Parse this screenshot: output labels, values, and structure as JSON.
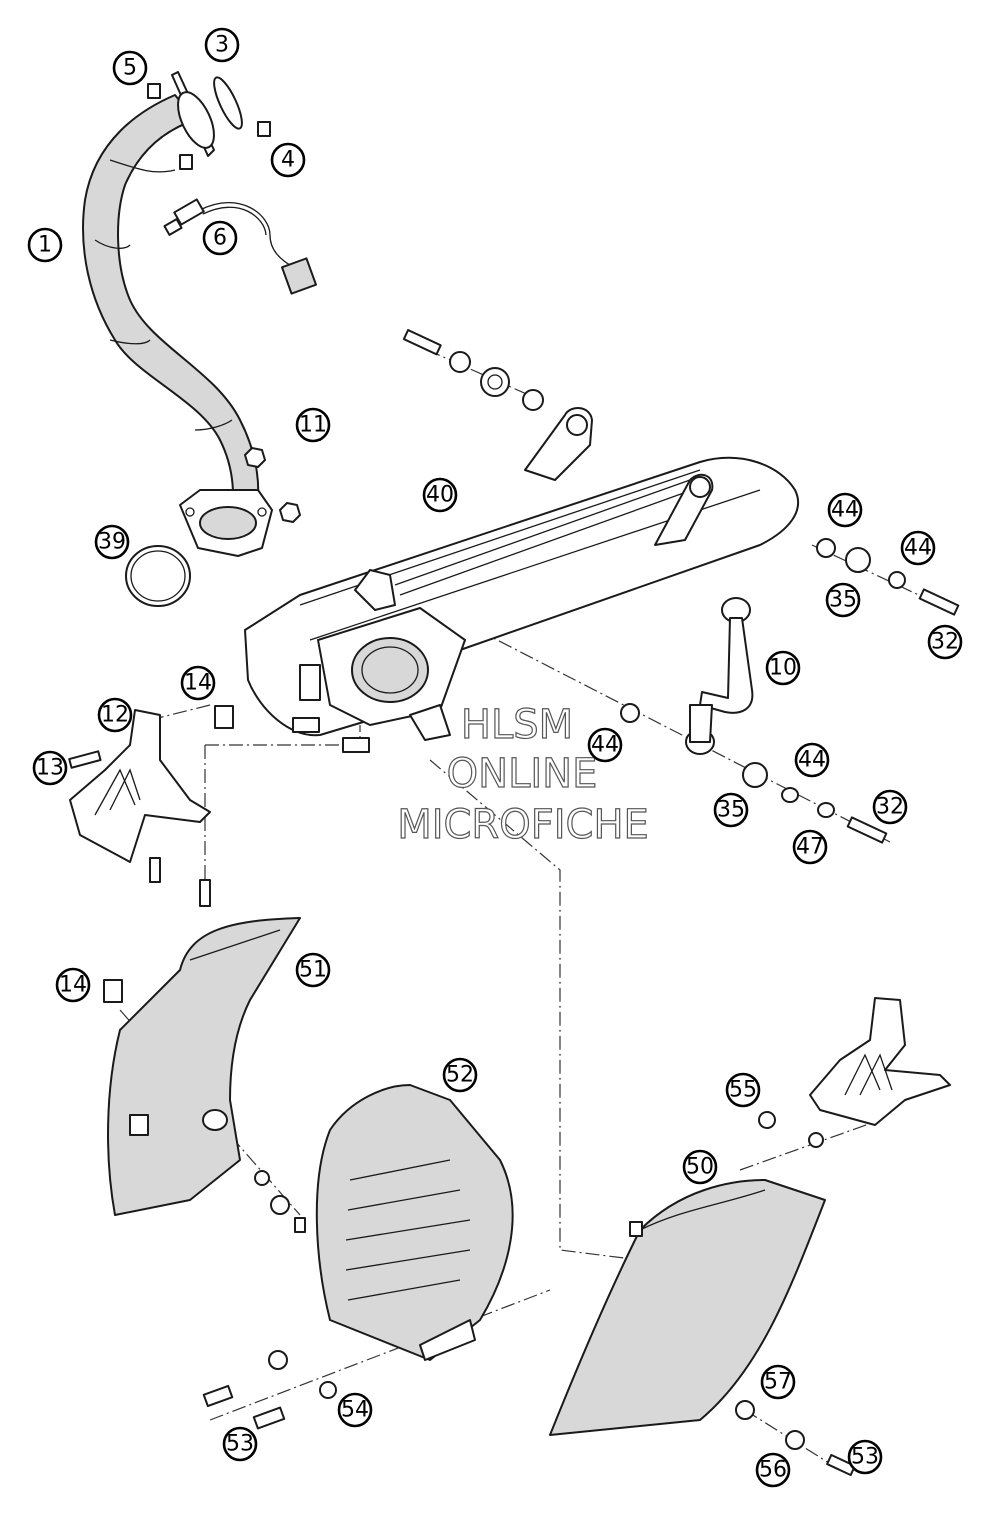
{
  "watermark": {
    "line1": "HLSM",
    "line2": "ONLINE",
    "line3": "MICROFICHE"
  },
  "callouts": [
    {
      "id": "c1",
      "label": "1"
    },
    {
      "id": "c3",
      "label": "3"
    },
    {
      "id": "c4",
      "label": "4"
    },
    {
      "id": "c5",
      "label": "5"
    },
    {
      "id": "c6",
      "label": "6"
    },
    {
      "id": "c10",
      "label": "10"
    },
    {
      "id": "c11",
      "label": "11"
    },
    {
      "id": "c12",
      "label": "12"
    },
    {
      "id": "c13",
      "label": "13"
    },
    {
      "id": "c14a",
      "label": "14"
    },
    {
      "id": "c14b",
      "label": "14"
    },
    {
      "id": "c32a",
      "label": "32"
    },
    {
      "id": "c32b",
      "label": "32"
    },
    {
      "id": "c35a",
      "label": "35"
    },
    {
      "id": "c35b",
      "label": "35"
    },
    {
      "id": "c39",
      "label": "39"
    },
    {
      "id": "c40",
      "label": "40"
    },
    {
      "id": "c44a",
      "label": "44"
    },
    {
      "id": "c44b",
      "label": "44"
    },
    {
      "id": "c44c",
      "label": "44"
    },
    {
      "id": "c44d",
      "label": "44"
    },
    {
      "id": "c47",
      "label": "47"
    },
    {
      "id": "c50",
      "label": "50"
    },
    {
      "id": "c51",
      "label": "51"
    },
    {
      "id": "c52",
      "label": "52"
    },
    {
      "id": "c53a",
      "label": "53"
    },
    {
      "id": "c53b",
      "label": "53"
    },
    {
      "id": "c54",
      "label": "54"
    },
    {
      "id": "c55",
      "label": "55"
    },
    {
      "id": "c56",
      "label": "56"
    },
    {
      "id": "c57",
      "label": "57"
    }
  ]
}
